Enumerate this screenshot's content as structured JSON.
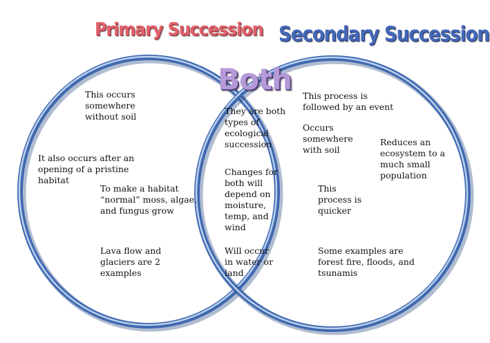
{
  "titles": {
    "primary": "Primary Succession",
    "secondary": "Secondary Succession",
    "both": "Both"
  },
  "primary_notes": {
    "without_soil": "This occurs\nsomewhere\nwithout soil",
    "pristine_habitat": "It also occurs after an\nopening of a pristine\nhabitat",
    "habitat_normal": "To make a habitat\n“normal” moss, algae,\nand fungus grow",
    "lava_glaciers": "Lava flow and\nglaciers are 2\nexamples"
  },
  "both_notes": {
    "ecological": "They are both\ntypes of\necological\nsuccession",
    "changes": "Changes for\nboth will\ndepend on\nmoisture,\ntemp, and\nwind",
    "water_land": "Will occur\nin water or\nland"
  },
  "secondary_notes": {
    "event": "This process is\nfollowed by an event",
    "with_soil": "Occurs\nsomewhere\nwith soil",
    "reduces": "Reduces an\necosystem to a\nmuch small\npopulation",
    "quicker": "This\nprocess is\nquicker",
    "examples": "Some examples are\nforest fire, floods, and\ntsunamis"
  },
  "colors": {
    "circle_stroke": "#3f69b0",
    "circle_highlight": "#bcd0ee",
    "primary_title": "#e0616a",
    "secondary_title": "#4568b8",
    "both_title": "#b59ad8"
  }
}
